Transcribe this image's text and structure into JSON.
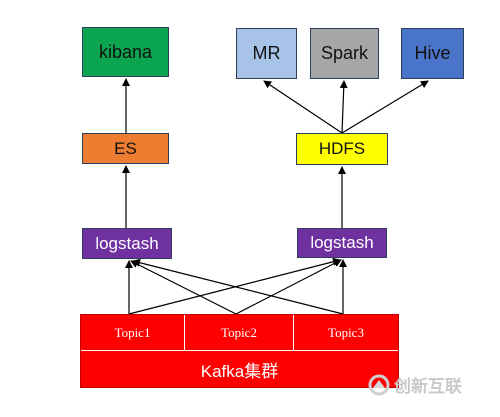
{
  "nodes": {
    "kibana": "kibana",
    "mr": "MR",
    "spark": "Spark",
    "hive": "Hive",
    "es": "ES",
    "hdfs": "HDFS",
    "logstash_left": "logstash",
    "logstash_right": "logstash"
  },
  "kafka": {
    "label": "Kafka集群",
    "topics": [
      "Topic1",
      "Topic2",
      "Topic3"
    ]
  },
  "watermark": {
    "text": "创新互联"
  },
  "colors": {
    "kibana": "#0ba44f",
    "mr": "#a7c4e8",
    "spark": "#a6a6a6",
    "hive": "#4a74c9",
    "es": "#ee7d31",
    "hdfs": "#ffff00",
    "logstash": "#7031a0",
    "kafka": "#ff0000"
  }
}
